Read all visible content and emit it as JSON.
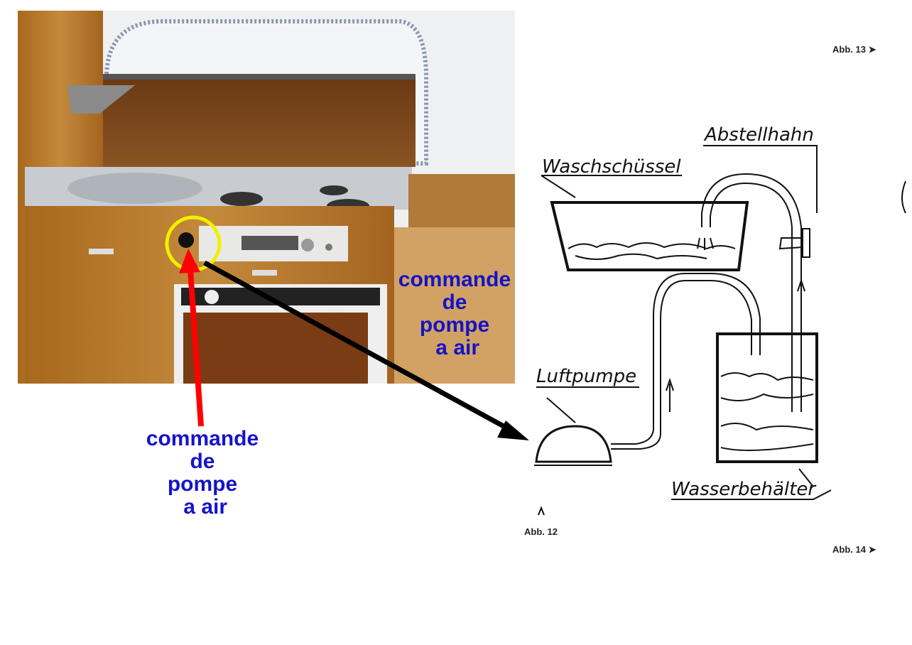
{
  "annotations": {
    "photo_label": [
      "commande",
      "de",
      "pompe",
      " a air"
    ],
    "arrow_label": [
      "commande",
      "de",
      "pompe",
      " a air"
    ]
  },
  "diagram": {
    "labels": {
      "basin": "Waschschüssel",
      "valve": "Abstellhahn",
      "pump": "Luftpumpe",
      "tank": "Wasserbehälter"
    },
    "figure_refs": {
      "abb13": "Abb. 13 ➤",
      "abb12": "Abb. 12",
      "abb14": "Abb. 14 ➤"
    }
  },
  "colors": {
    "highlight_circle": "#f0f000",
    "red_arrow": "#ff0000",
    "black_arrow": "#000000",
    "label_text": "#1414c8"
  }
}
